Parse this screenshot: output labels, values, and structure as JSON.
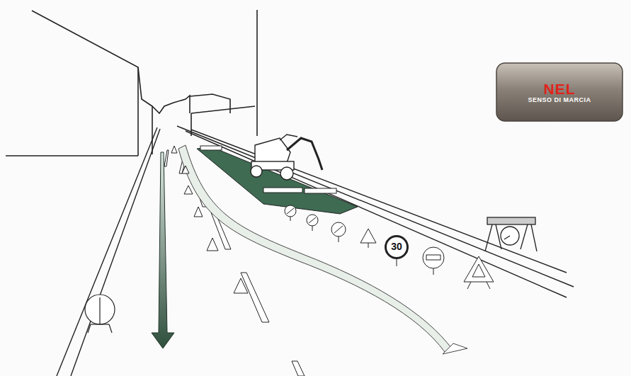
{
  "diagram": {
    "nodes": [
      {
        "text": [
          "NEL",
          "SENSO DI MARCIA"
        ]
      },
      {
        "text": [
          "30"
        ]
      }
    ]
  }
}
